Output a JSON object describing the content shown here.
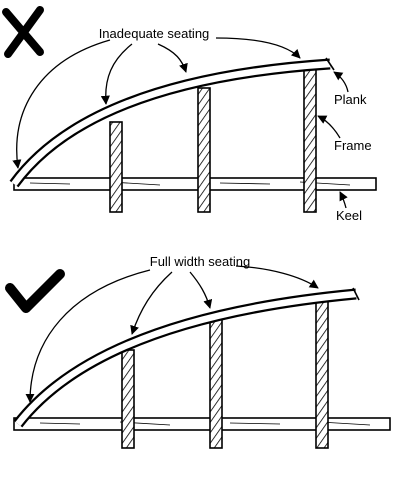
{
  "panels": [
    {
      "verdict": "incorrect",
      "verdict_icon": "cross-icon",
      "callout": "Inadequate seating",
      "labels": {
        "plank": "Plank",
        "frame": "Frame",
        "keel": "Keel"
      }
    },
    {
      "verdict": "correct",
      "verdict_icon": "check-icon",
      "callout": "Full width seating"
    }
  ],
  "colors": {
    "ink": "#000000",
    "paper": "#ffffff"
  }
}
